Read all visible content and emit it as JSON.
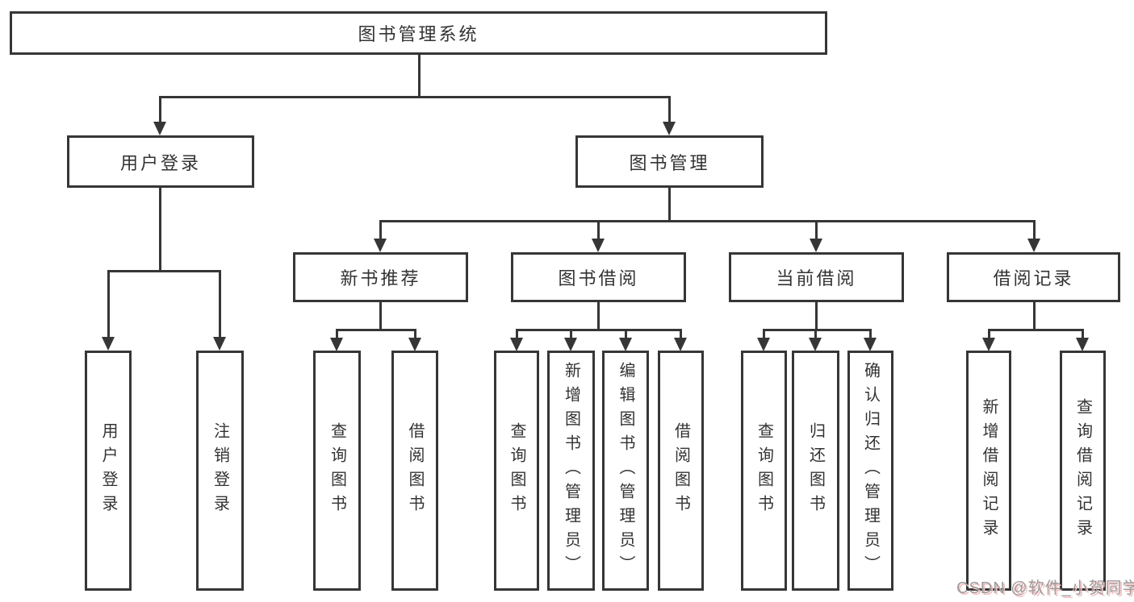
{
  "diagram": {
    "root": {
      "label": "图书管理系统"
    },
    "branches": [
      {
        "label": "用户登录",
        "leaves": [
          {
            "label": "用户登录"
          },
          {
            "label": "注销登录"
          }
        ]
      },
      {
        "label": "图书管理",
        "groups": [
          {
            "label": "新书推荐",
            "leaves": [
              {
                "label": "查询图书"
              },
              {
                "label": "借阅图书"
              }
            ]
          },
          {
            "label": "图书借阅",
            "leaves": [
              {
                "label": "查询图书"
              },
              {
                "label": "新增图书（管理员）"
              },
              {
                "label": "编辑图书（管理员）"
              },
              {
                "label": "借阅图书"
              }
            ]
          },
          {
            "label": "当前借阅",
            "leaves": [
              {
                "label": "查询图书"
              },
              {
                "label": "归还图书"
              },
              {
                "label": "确认归还（管理员）"
              }
            ]
          },
          {
            "label": "借阅记录",
            "leaves": [
              {
                "label": "新增借阅记录"
              },
              {
                "label": "查询借阅记录"
              }
            ]
          }
        ]
      }
    ],
    "watermark": {
      "text": "CSDN @软件_小贺同学"
    },
    "colors": {
      "line": "#363636",
      "text": "#333333",
      "watermark_text": "#9c9c9c",
      "watermark_shadow": "#f5bdbd"
    }
  }
}
